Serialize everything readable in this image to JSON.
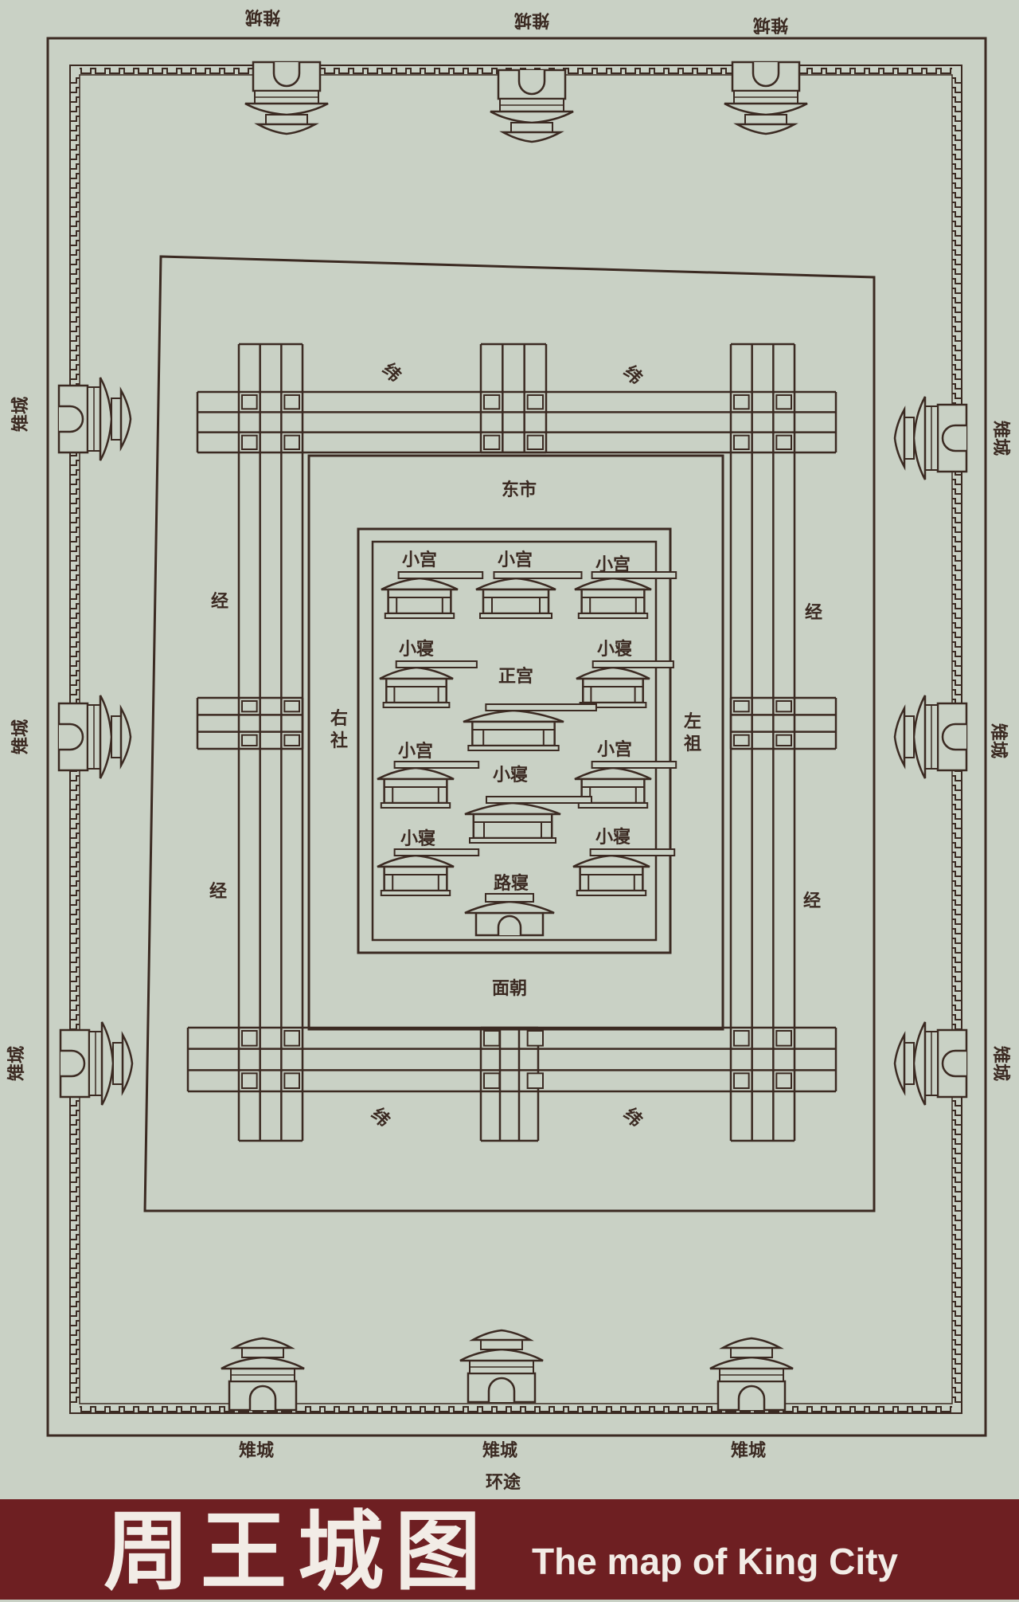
{
  "labels": {
    "gate": "雉城",
    "weft": "纬",
    "warp": "经",
    "east_market": "东市",
    "small_palace": "小宫",
    "small_chamber": "小寝",
    "main_palace": "正宫",
    "road_chamber": "路寝",
    "right_altar": "右社",
    "left_ancestor": "左祖",
    "front_court": "面朝",
    "ring_road": "环途"
  },
  "banner": {
    "title_cn": "周王城图",
    "title_en": "The map of King City"
  },
  "colors": {
    "background": "#c9d1c5",
    "ink": "#3b2a22",
    "banner": "#6e1f22",
    "banner_text": "#f2ece6"
  }
}
